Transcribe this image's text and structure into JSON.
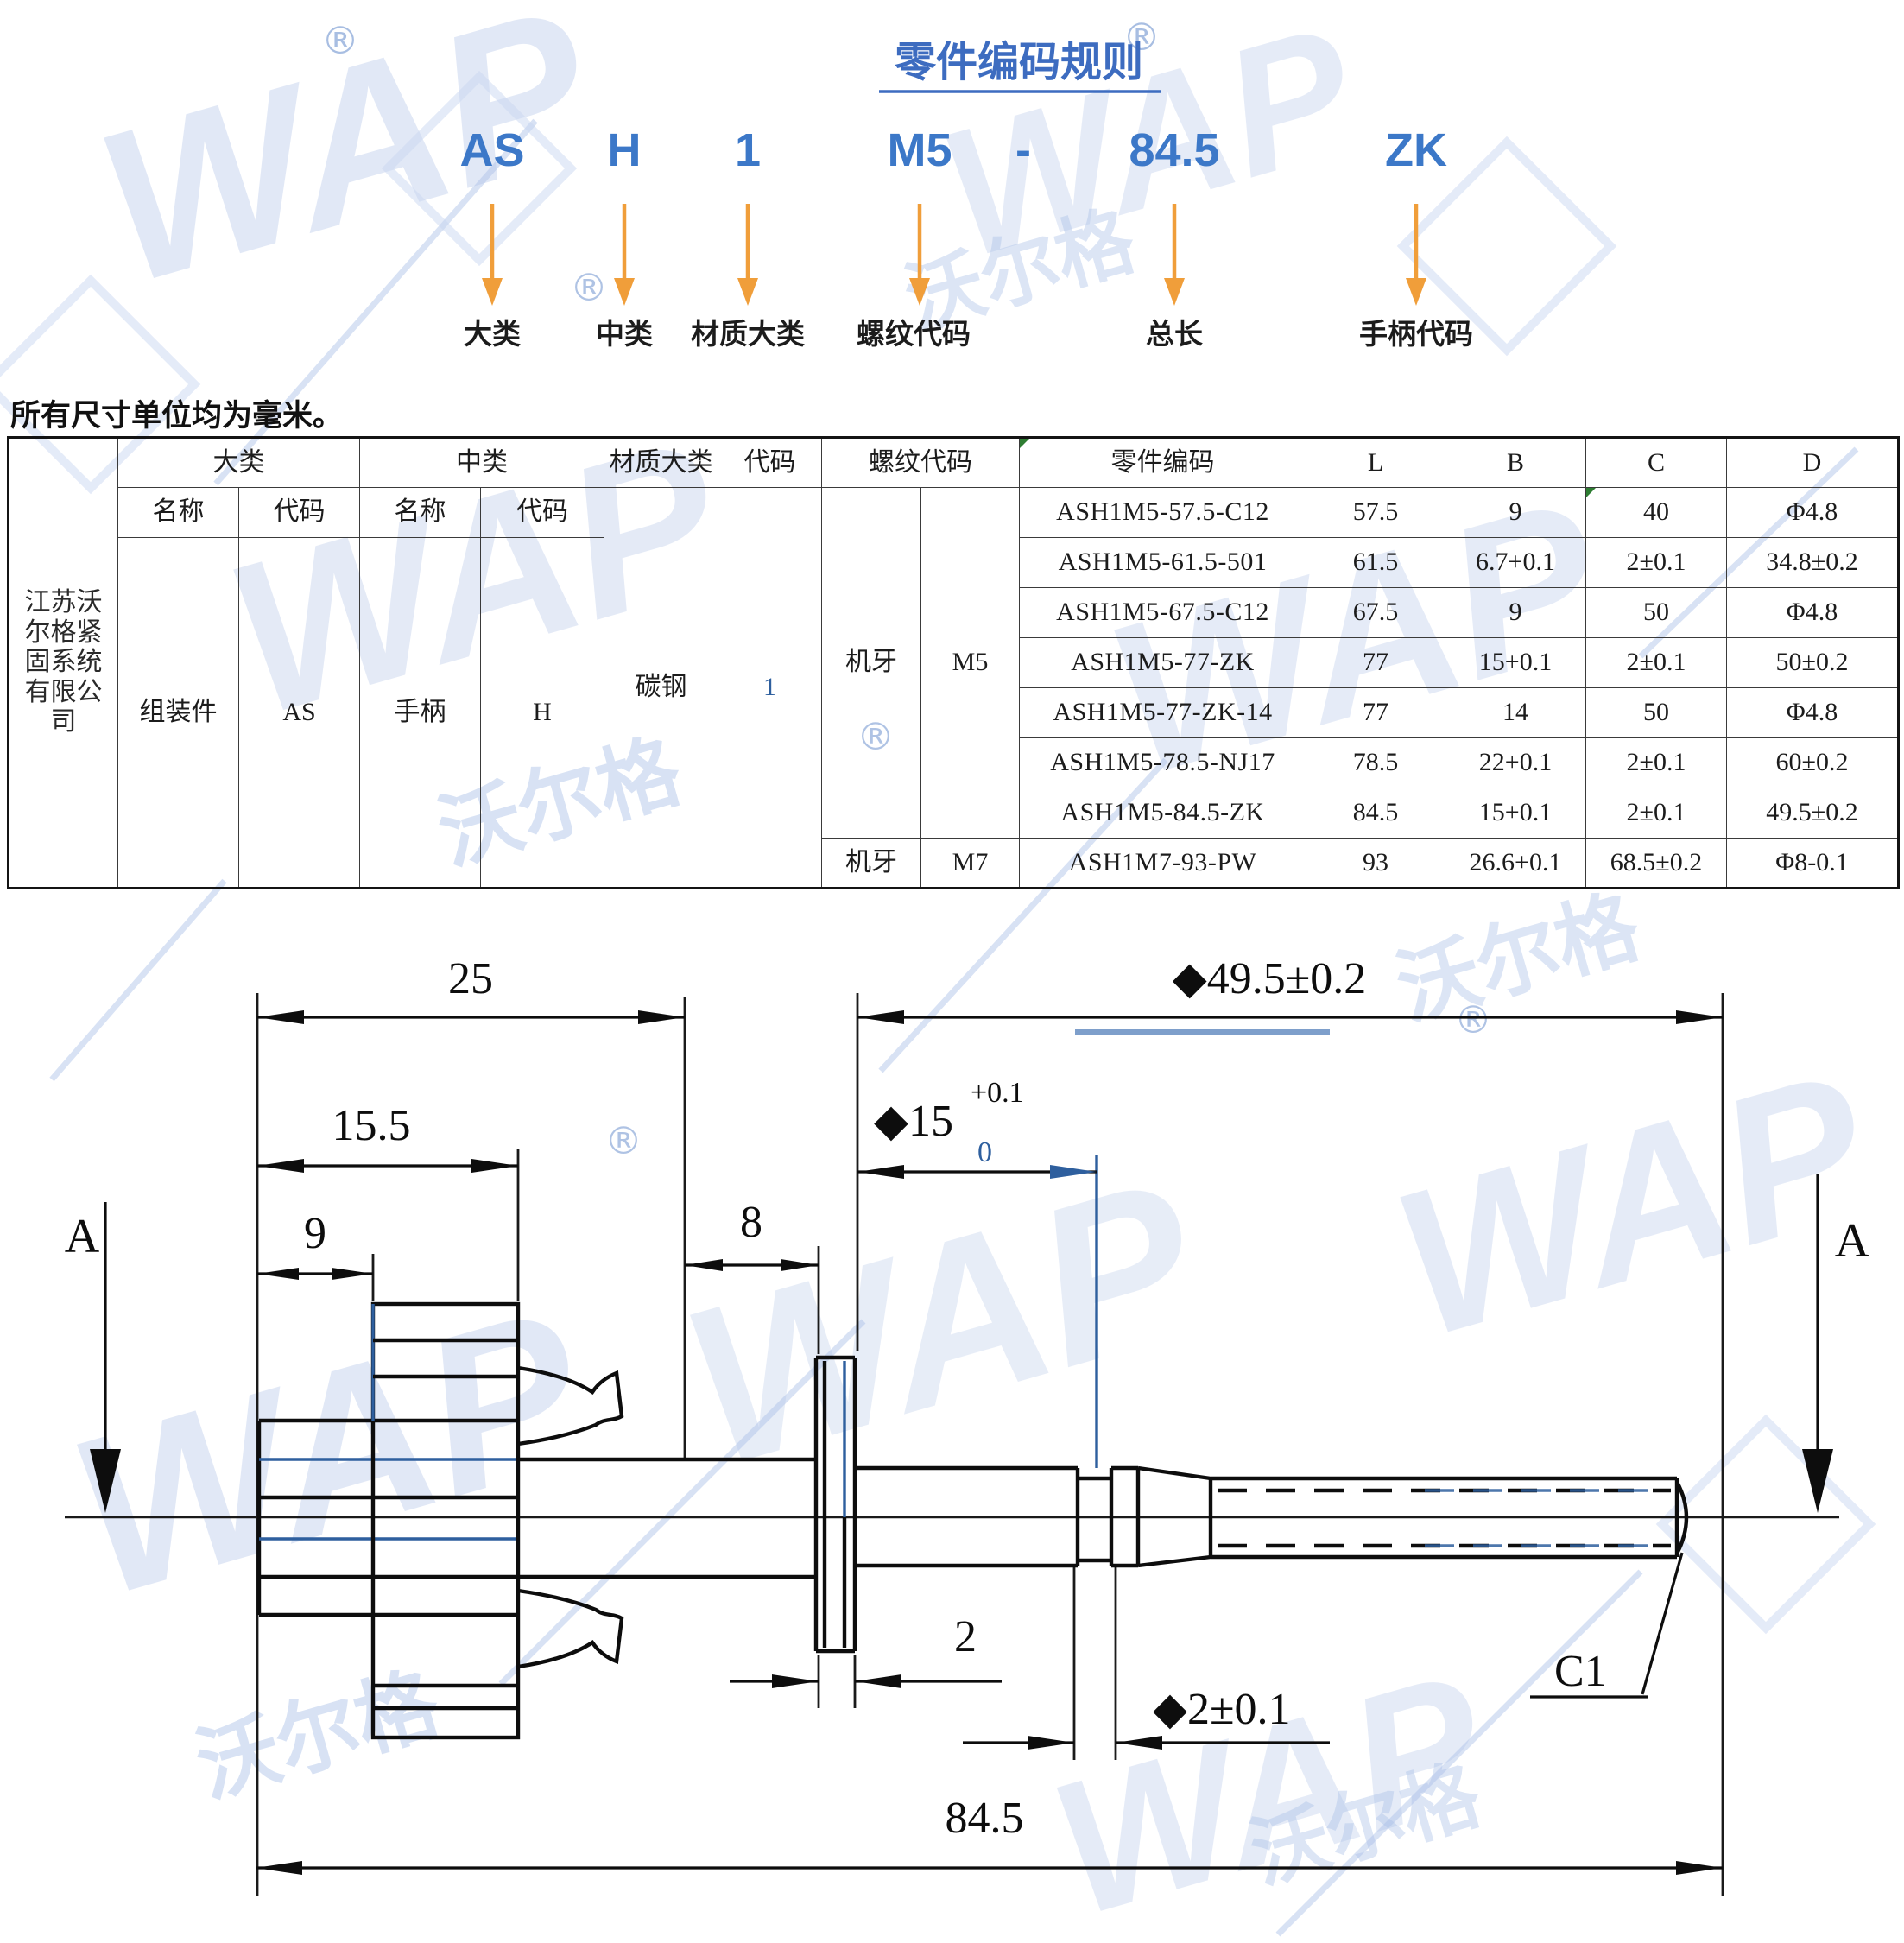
{
  "header": {
    "title": "零件编码规则",
    "segments": [
      {
        "code": "AS",
        "label": "大类"
      },
      {
        "code": "H",
        "label": "中类"
      },
      {
        "code": "1",
        "label": "材质大类"
      },
      {
        "code": "M5",
        "label": "螺纹代码"
      },
      {
        "code": "-",
        "label": ""
      },
      {
        "code": "84.5",
        "label": "总长"
      },
      {
        "code": "ZK",
        "label": "手柄代码"
      }
    ]
  },
  "note": "所有尺寸单位均为毫米。",
  "table": {
    "company": "江苏沃尔格紧固系统有限公司",
    "headers": {
      "dalei": "大类",
      "zhonglei": "中类",
      "caizhi": "材质大类",
      "daima": "代码",
      "luowen": "螺纹代码",
      "bianma": "零件编码",
      "L": "L",
      "B": "B",
      "C": "C",
      "D": "D",
      "mingcheng": "名称",
      "daima_sub": "代码"
    },
    "values": {
      "dalei_name": "组装件",
      "dalei_code": "AS",
      "zhonglei_name": "手柄",
      "zhonglei_code": "H",
      "material": "碳钢",
      "material_code": "1",
      "thread_type_m5": "机牙",
      "thread_m5": "M5",
      "thread_type_m7": "机牙",
      "thread_m7": "M7"
    },
    "rows": [
      {
        "code": "ASH1M5-57.5-C12",
        "L": "57.5",
        "B": "9",
        "C": "40",
        "D": "Φ4.8"
      },
      {
        "code": "ASH1M5-61.5-501",
        "L": "61.5",
        "B": "6.7+0.1",
        "C": "2±0.1",
        "D": "34.8±0.2"
      },
      {
        "code": "ASH1M5-67.5-C12",
        "L": "67.5",
        "B": "9",
        "C": "50",
        "D": "Φ4.8"
      },
      {
        "code": "ASH1M5-77-ZK",
        "L": "77",
        "B": "15+0.1",
        "C": "2±0.1",
        "D": "50±0.2"
      },
      {
        "code": "ASH1M5-77-ZK-14",
        "L": "77",
        "B": "14",
        "C": "50",
        "D": "Φ4.8"
      },
      {
        "code": "ASH1M5-78.5-NJ17",
        "L": "78.5",
        "B": "22+0.1",
        "C": "2±0.1",
        "D": "60±0.2"
      },
      {
        "code": "ASH1M5-84.5-ZK",
        "L": "84.5",
        "B": "15+0.1",
        "C": "2±0.1",
        "D": "49.5±0.2"
      },
      {
        "code": "ASH1M7-93-PW",
        "L": "93",
        "B": "26.6+0.1",
        "C": "68.5±0.2",
        "D": "Φ8-0.1"
      }
    ]
  },
  "drawing": {
    "section": "A",
    "dim_25": "25",
    "dim_15_5": "15.5",
    "dim_9": "9",
    "dim_8": "8",
    "dim_49_5": "◆49.5±0.2",
    "dim_15": "◆15",
    "dim_15_sup": "+0.1",
    "dim_15_sub": "0",
    "dim_2": "2",
    "dim_2_01": "◆2±0.1",
    "dim_total": "84.5",
    "chamfer": "C1"
  },
  "watermark": {
    "brand": "WAP",
    "cn": "沃尔格",
    "reg": "®"
  },
  "colors": {
    "accent_blue": "#3c78c8",
    "title_blue": "#3d6cc0",
    "arrow_orange": "#f09e3a",
    "redline_blue": "#2e5f9e",
    "watermark_blue": "#9fb6e2",
    "marker_green": "#2e7d32"
  }
}
